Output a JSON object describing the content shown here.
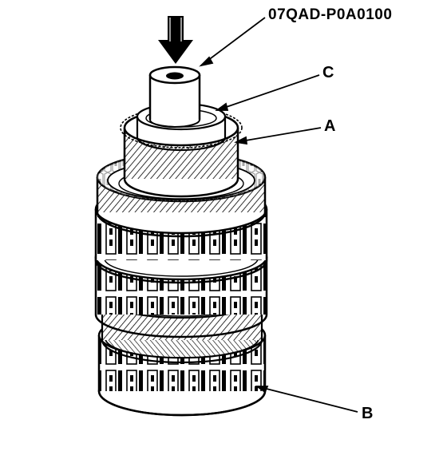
{
  "labels": {
    "tool": "07QAD-P0A0100",
    "c": "C",
    "a": "A",
    "b": "B"
  },
  "colors": {
    "ink": "#000000",
    "paper": "#ffffff",
    "shade": "#d9d9d9"
  },
  "icons": {
    "arrow": "press-direction-arrow-icon"
  }
}
